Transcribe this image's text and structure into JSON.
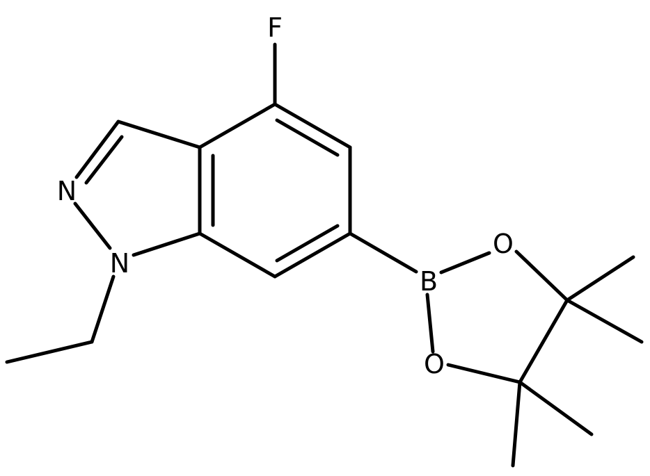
{
  "atoms": {
    "fluorine": "F",
    "nitrogen_2": "N",
    "nitrogen_1": "N",
    "boron": "B",
    "oxygen_top": "O",
    "oxygen_bottom": "O"
  }
}
